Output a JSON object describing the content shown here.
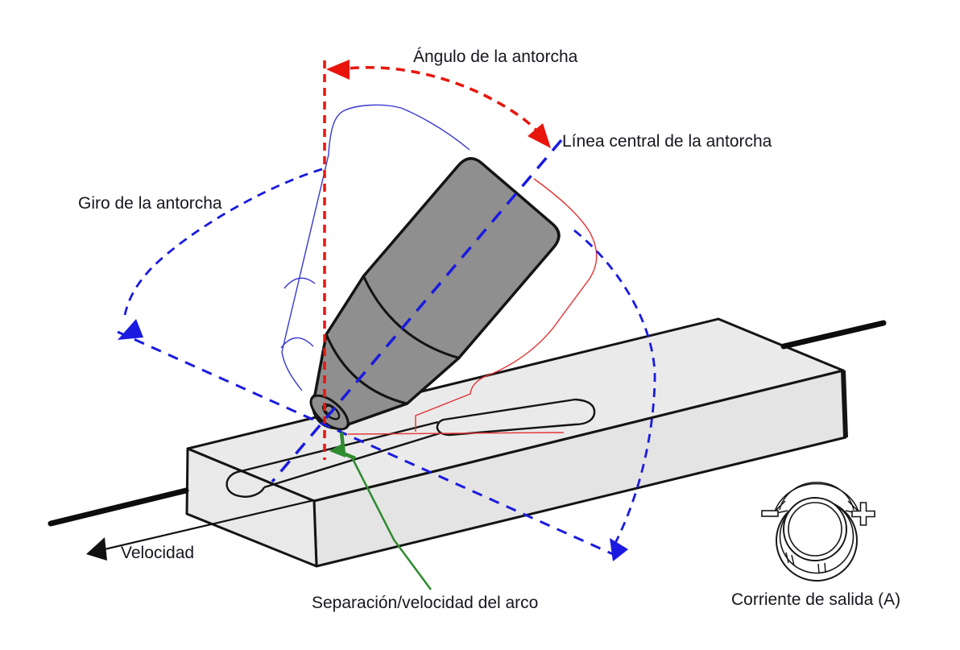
{
  "diagram": {
    "labels": {
      "torch_angle": "Ángulo de la antorcha",
      "torch_centerline": "Línea central de la antorcha",
      "torch_rotation": "Giro de la antorcha",
      "travel_speed": "Velocidad",
      "arc_gap_speed": "Separación/velocidad del arco",
      "output_current": "Corriente de salida (A)",
      "knob_minus": "−",
      "knob_plus": "+"
    },
    "colors": {
      "angle_and_reference_line": "#e8150d",
      "centerline_and_rotation": "#1a1ae0",
      "arc_gap_green": "#2e8b2e",
      "torch_body_gray": "#8f8f8f",
      "workpiece_gray": "#e9e9e9",
      "outline_black": "#141414",
      "label_text": "#16161f"
    },
    "icons": [
      {
        "name": "current-knob-icon",
        "depicts": "perilla giratoria con flecha curva doble y signos − / +"
      },
      {
        "name": "torch-angle-arc",
        "depicts": "arco discontinuo rojo con dos puntas de flecha"
      },
      {
        "name": "torch-rotation-arc",
        "depicts": "arco discontinuo azul con puntas de flecha"
      },
      {
        "name": "speed-arrow",
        "depicts": "flecha negra hacia la izquierda"
      },
      {
        "name": "arc-gap-indicator",
        "depicts": "marcador verde de separación del arco"
      }
    ]
  }
}
